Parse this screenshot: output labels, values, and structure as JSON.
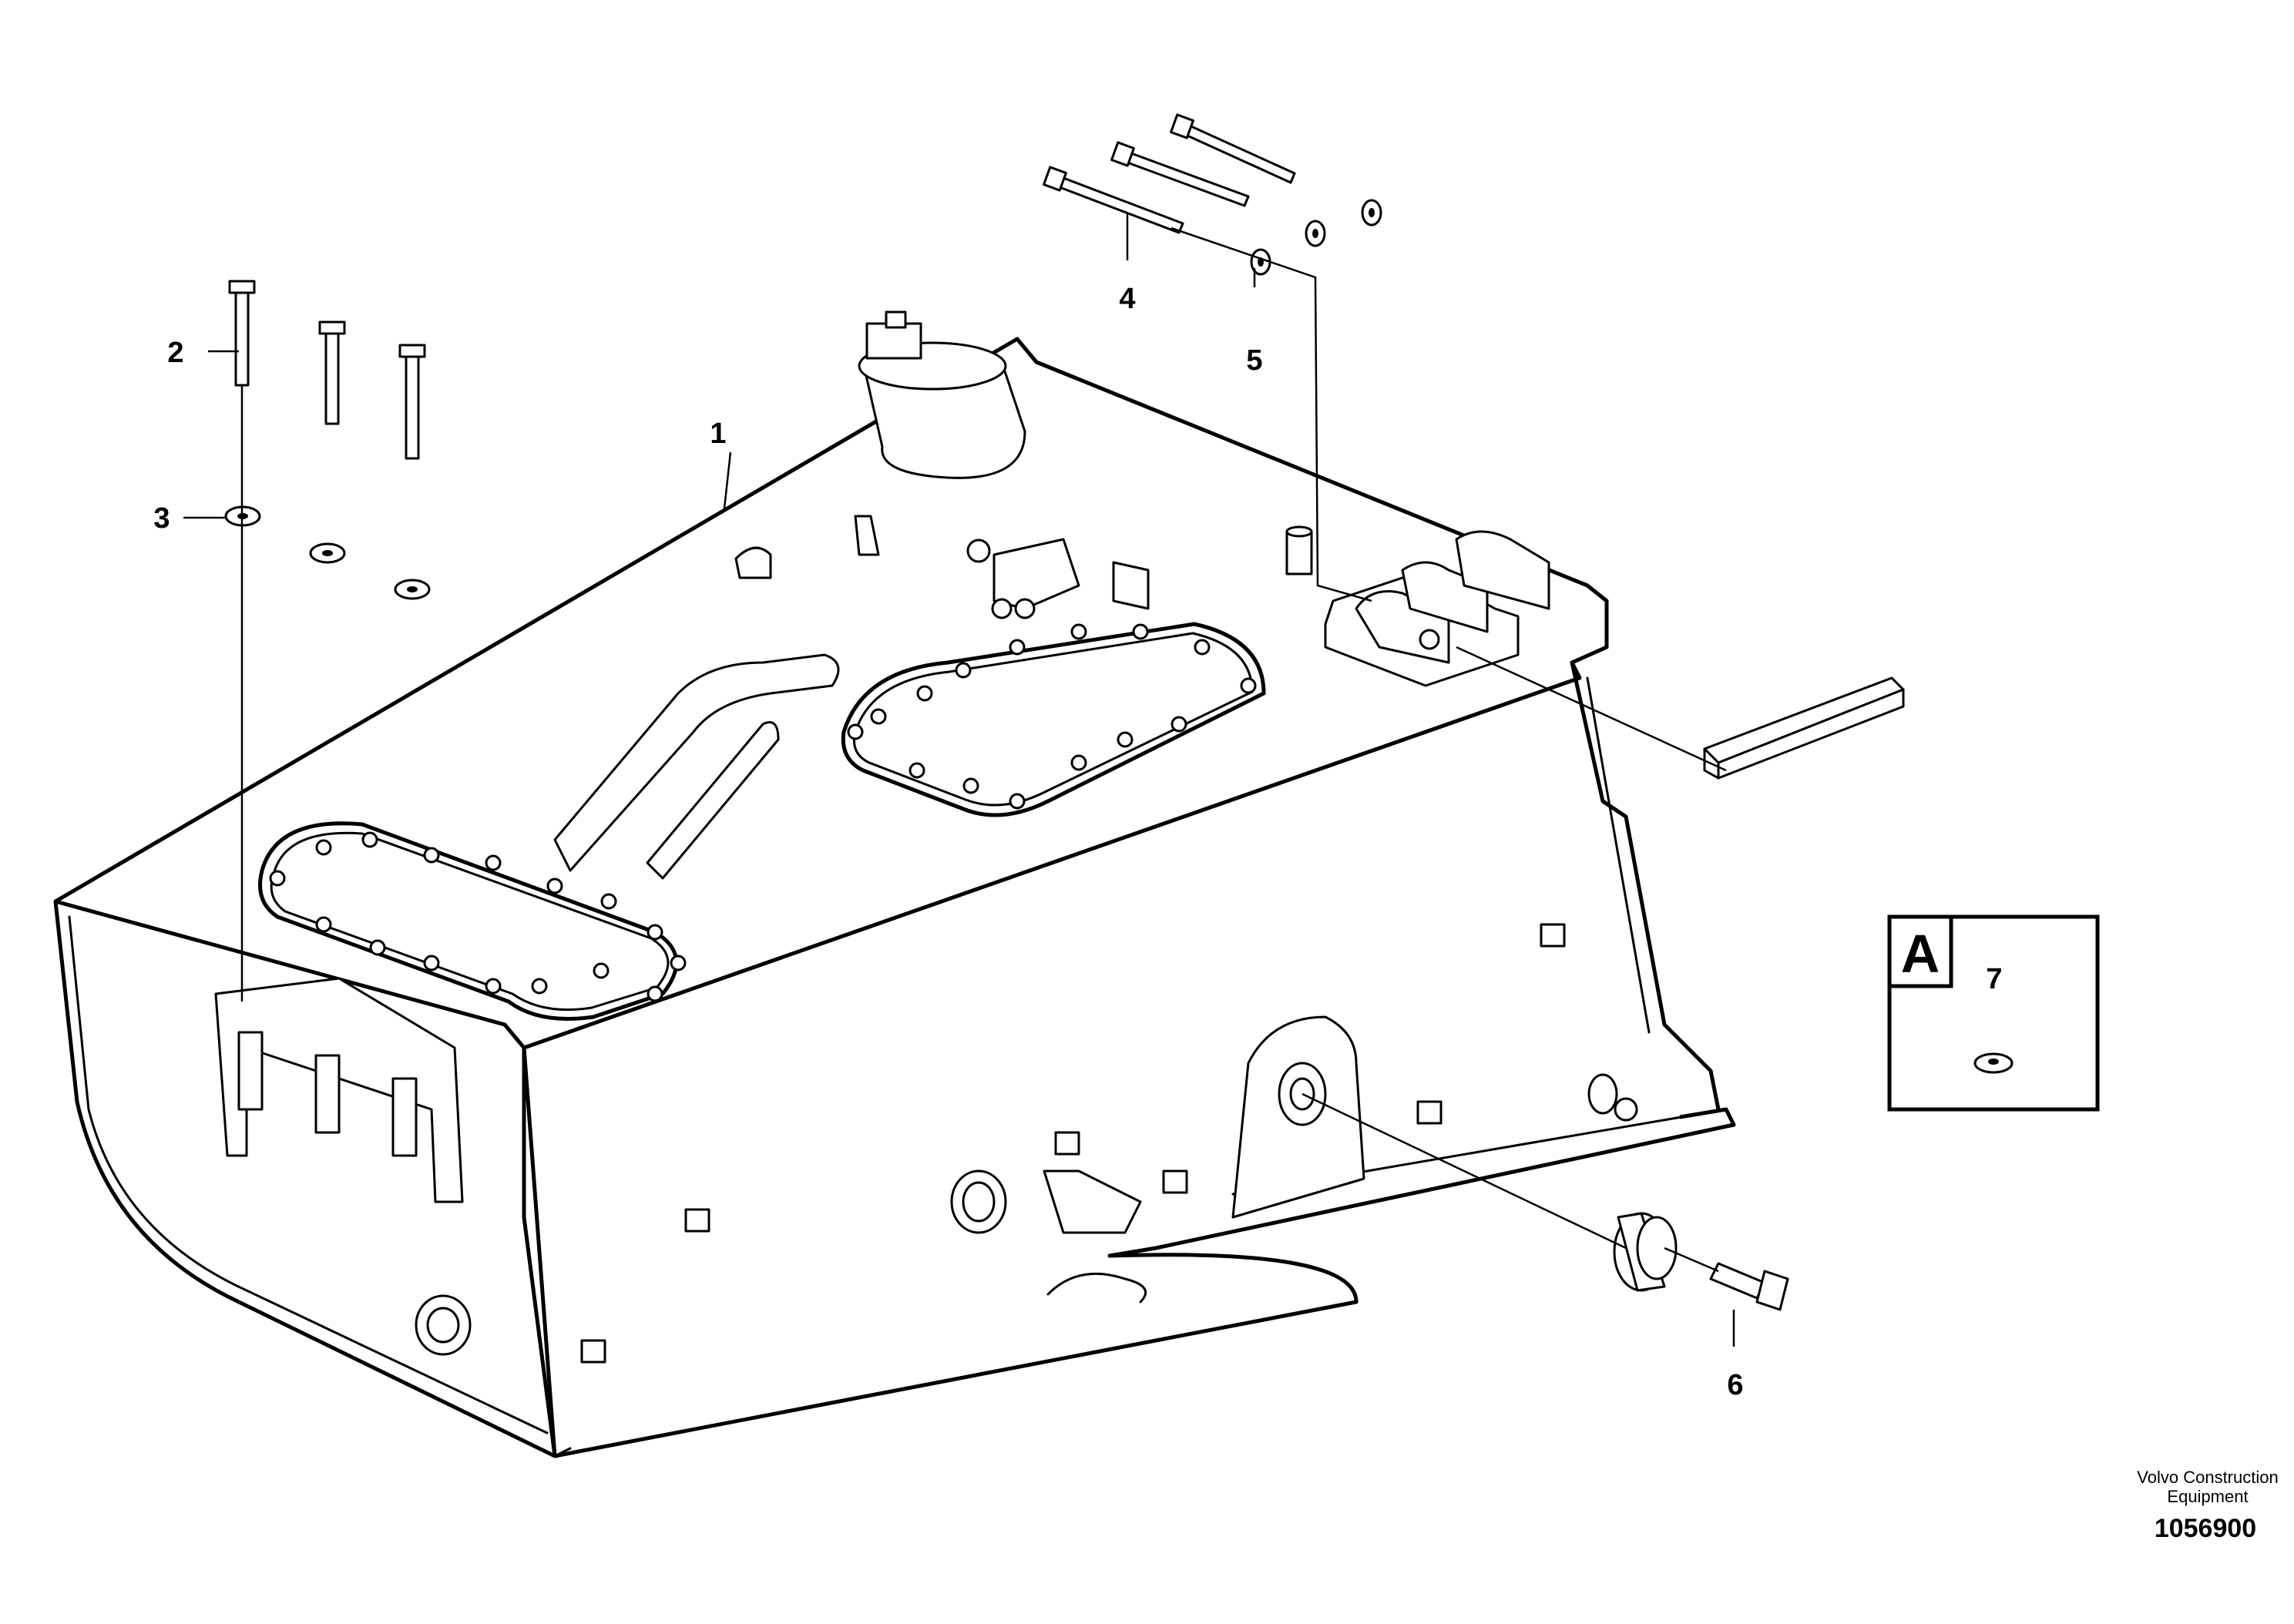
{
  "callouts": [
    {
      "id": "1",
      "label": "1"
    },
    {
      "id": "2",
      "label": "2"
    },
    {
      "id": "3",
      "label": "3"
    },
    {
      "id": "4",
      "label": "4"
    },
    {
      "id": "5",
      "label": "5"
    },
    {
      "id": "6",
      "label": "6"
    },
    {
      "id": "7",
      "label": "7"
    }
  ],
  "detail_box": {
    "letter": "A",
    "item": "7"
  },
  "footer": {
    "credit_line1": "Volvo Construction",
    "credit_line2": "Equipment",
    "drawing_number": "1056900"
  }
}
